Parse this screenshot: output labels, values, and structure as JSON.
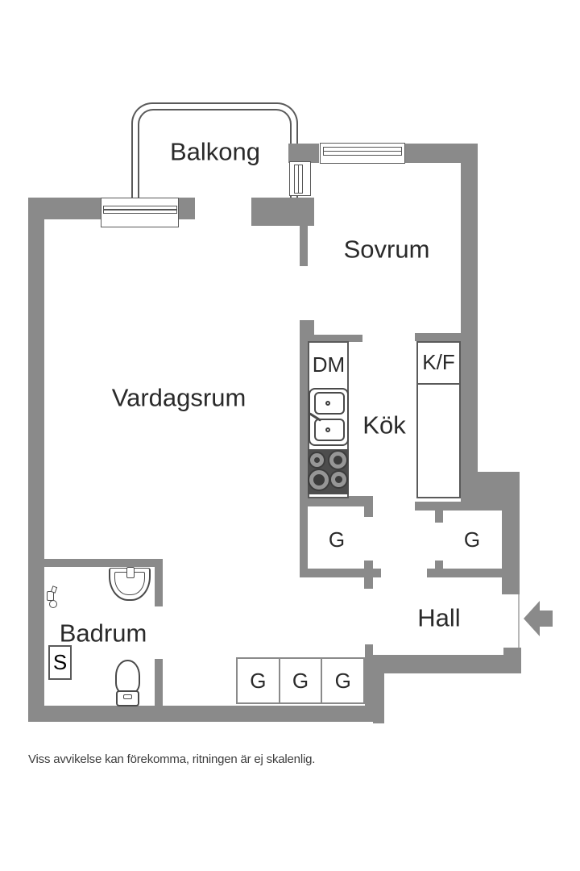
{
  "floorplan": {
    "rooms": {
      "balcony": "Balkong",
      "bedroom": "Sovrum",
      "living_room": "Vardagsrum",
      "kitchen": "Kök",
      "bathroom": "Badrum",
      "hall": "Hall"
    },
    "labels": {
      "dishwasher": "DM",
      "fridge_freezer": "K/F",
      "storage": "S",
      "wardrobe": "G"
    }
  },
  "footer": {
    "disclaimer": "Viss avvikelse kan förekomma, ritningen är ej skalenlig."
  },
  "colors": {
    "wall": "#8a8a8a",
    "stove": "#4d4d4d",
    "burner_ring": "#969696",
    "fixture_outline": "#4a4a4a",
    "window_outline": "#5a5a5a",
    "label_text": "#2a2a2a",
    "note_text": "#3d3d3d",
    "background": "#ffffff"
  }
}
